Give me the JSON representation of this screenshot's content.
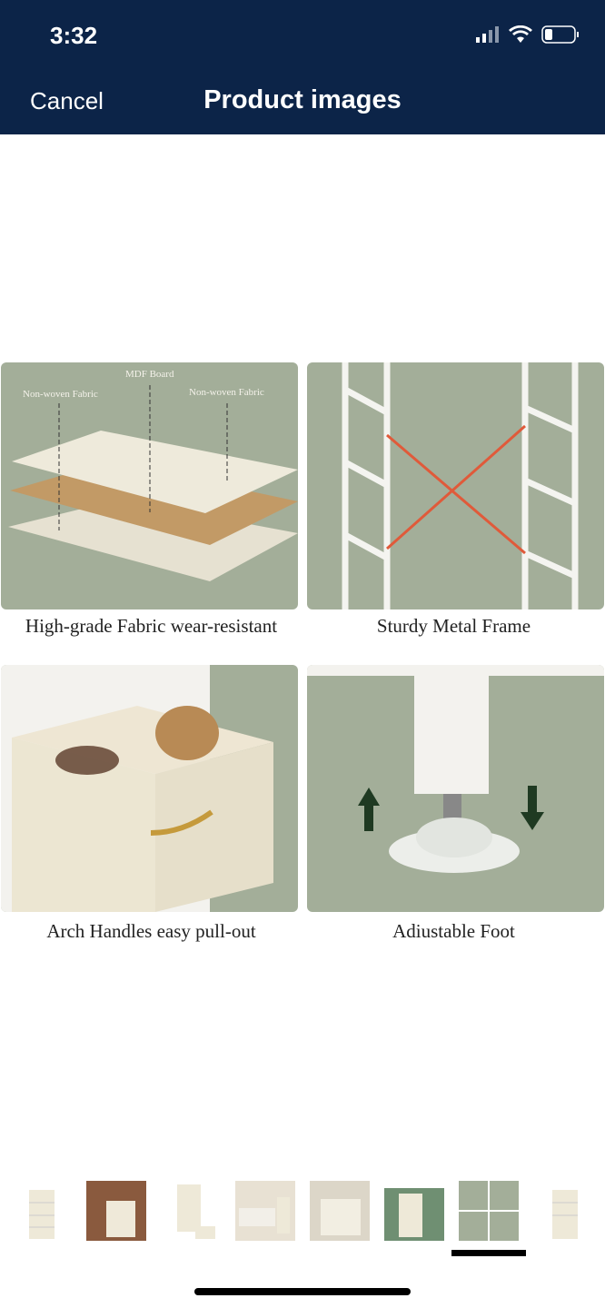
{
  "status_bar": {
    "time": "3:32"
  },
  "header": {
    "cancel_label": "Cancel",
    "title": "Product images"
  },
  "images": [
    {
      "caption": "High-grade Fabric wear-resistant",
      "labels": [
        "Non-woven Fabric",
        "MDF Board",
        "Non-woven Fabric"
      ]
    },
    {
      "caption": "Sturdy Metal Frame"
    },
    {
      "caption": "Arch Handles easy pull-out"
    },
    {
      "caption": "Adiustable Foot"
    }
  ],
  "thumbnails": {
    "count": 8,
    "selected_index": 6
  },
  "colors": {
    "header_bg": "#0c2448",
    "panel_bg": "#a3ae99"
  }
}
